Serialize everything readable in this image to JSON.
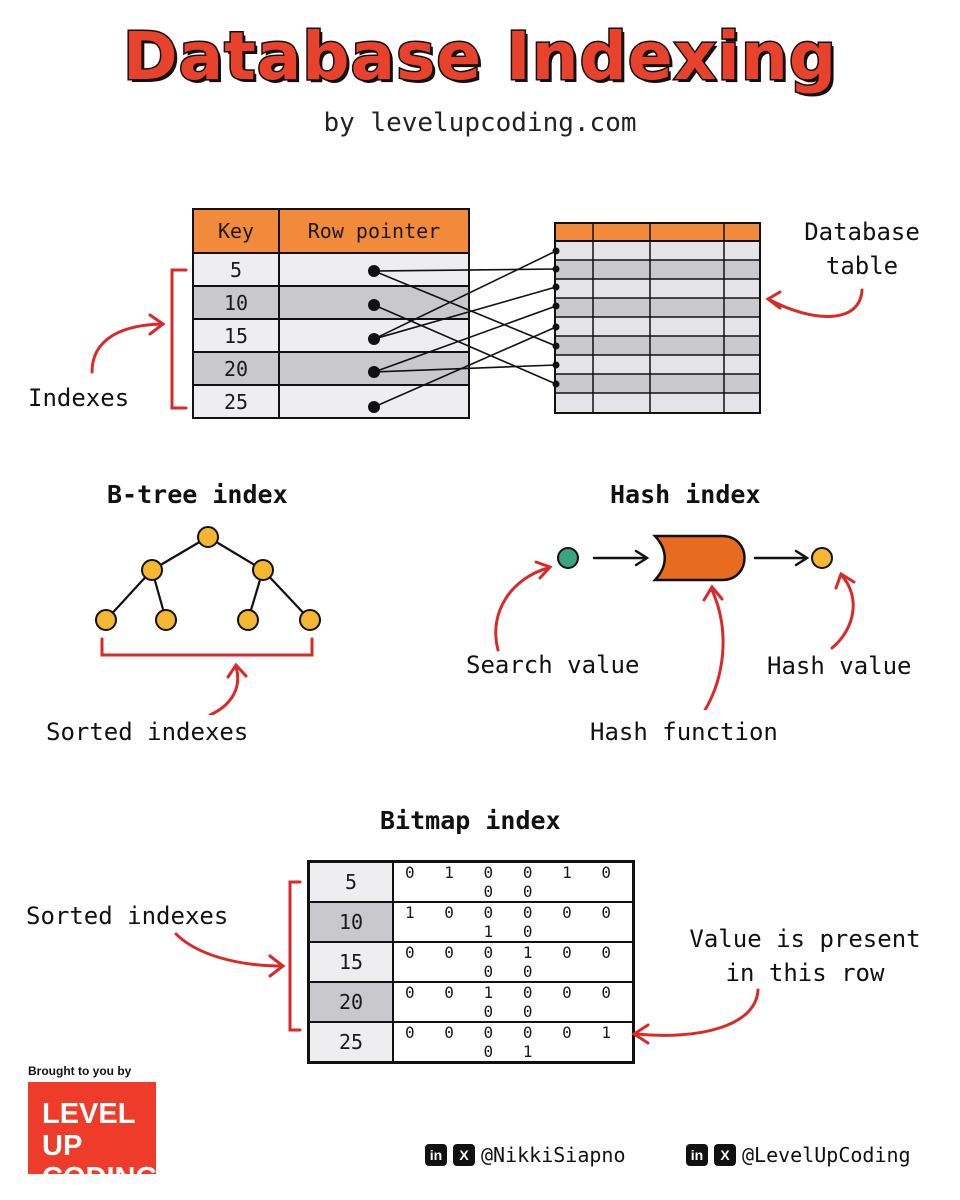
{
  "title": "Database Indexing",
  "subtitle": "by levelupcoding.com",
  "index_table": {
    "headers": [
      "Key",
      "Row pointer"
    ],
    "keys": [
      "5",
      "10",
      "15",
      "20",
      "25"
    ]
  },
  "labels": {
    "database_table": [
      "Database",
      "table"
    ],
    "indexes": "Indexes"
  },
  "btree": {
    "heading": "B-tree index",
    "label": "Sorted indexes"
  },
  "hash": {
    "heading": "Hash index",
    "search_value": "Search value",
    "hash_function": "Hash function",
    "hash_value": "Hash value"
  },
  "bitmap": {
    "heading": "Bitmap index",
    "label": "Sorted indexes",
    "note": [
      "Value is present",
      "in this row"
    ],
    "rows": [
      {
        "key": "5",
        "bits": "0 1 0 0 1 0 0 0"
      },
      {
        "key": "10",
        "bits": "1 0 0 0 0 0 1 0"
      },
      {
        "key": "15",
        "bits": "0 0 0 1 0 0 0 0"
      },
      {
        "key": "20",
        "bits": "0 0 1 0 0 0 0 0"
      },
      {
        "key": "25",
        "bits": "0 0 0 0 0 1 0 1"
      }
    ]
  },
  "footer": {
    "brought_by": "Brought to you by",
    "brand_line1": "LEVEL UP",
    "brand_line2": "CODING",
    "handle1": "@NikkiSiapno",
    "handle2": "@LevelUpCoding"
  },
  "colors": {
    "accent_red": "#e8412c",
    "header_orange": "#f28a3c",
    "node_yellow": "#f5b731",
    "search_green": "#3aa37f",
    "hash_orange": "#e86b1f"
  }
}
